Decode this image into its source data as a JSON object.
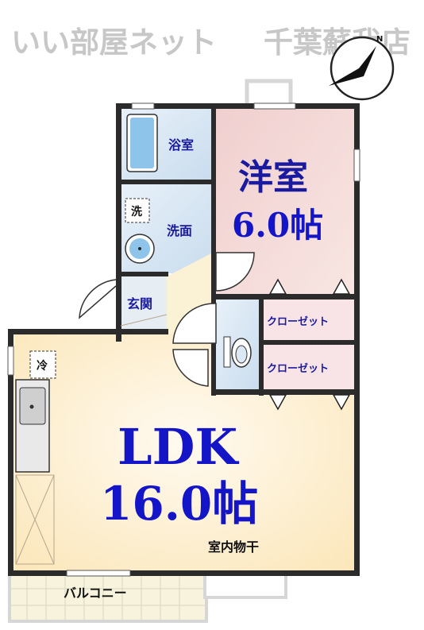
{
  "header": {
    "site_name": "いい部屋ネット",
    "branch": "千葉蘇我店"
  },
  "compass": {
    "north_label": "N"
  },
  "rooms": {
    "western": {
      "name": "洋室",
      "size": "6.0帖"
    },
    "ldk": {
      "name": "LDK",
      "size": "16.0帖"
    },
    "bath": {
      "name": "浴室"
    },
    "washroom": {
      "name": "洗面",
      "washer_mark": "洗"
    },
    "entrance": {
      "name": "玄関"
    },
    "closet_upper": {
      "name": "クローゼット"
    },
    "closet_lower": {
      "name": "クローゼット"
    },
    "fridge": {
      "mark": "冷"
    },
    "indoor_drying": {
      "name": "室内物干"
    },
    "balcony": {
      "name": "バルコニー"
    }
  },
  "colors": {
    "western_room": "#f2d6d6",
    "ldk_room": "#fbefcf",
    "wet_area": "#dce9f4",
    "closet": "#f8e3e6",
    "wall": "#2b2b2b",
    "room_text": "#1a1aa0"
  }
}
